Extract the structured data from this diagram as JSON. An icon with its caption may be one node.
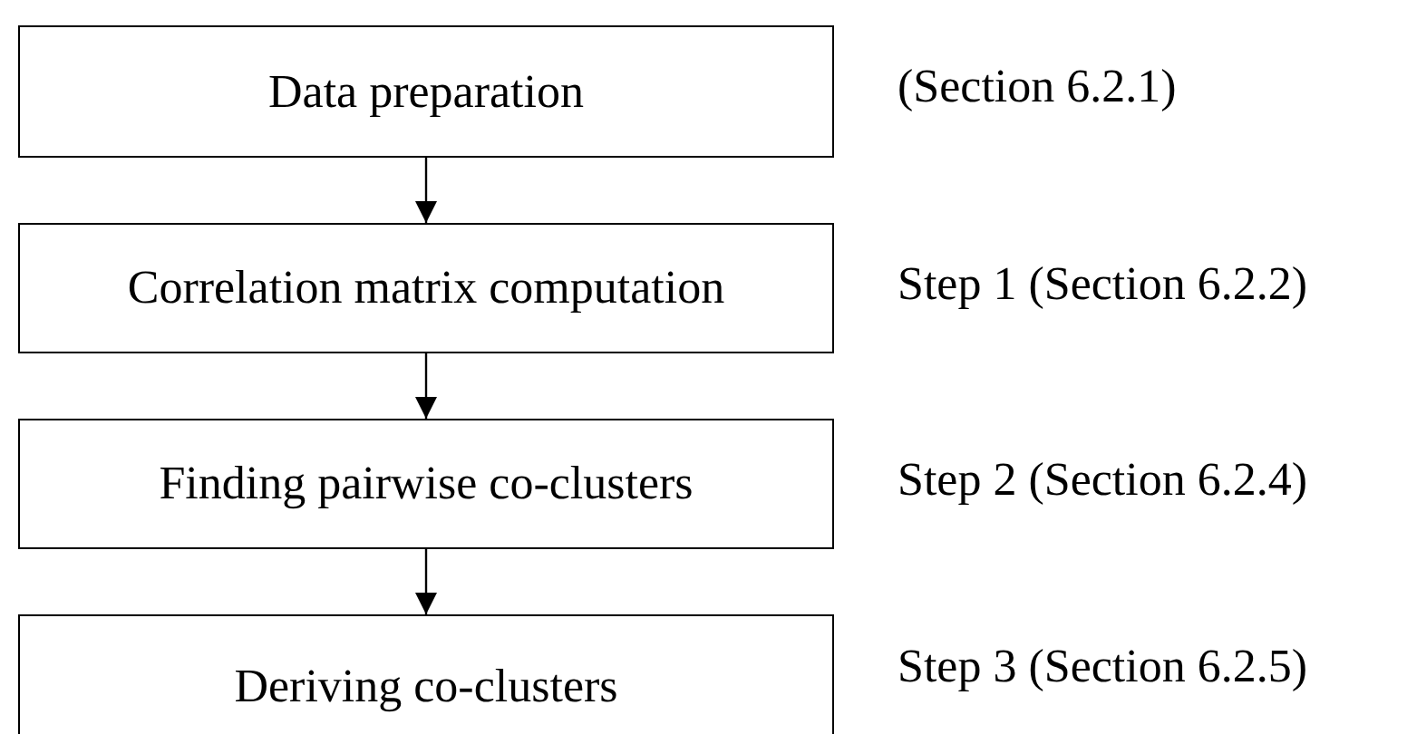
{
  "diagram": {
    "nodes": [
      {
        "text": [
          "Data preparation"
        ],
        "beside": [
          "(Section 6.2.1)"
        ]
      },
      {
        "text": [
          "Correlation matrix computation"
        ],
        "beside": [
          "Step 1 (Section 6.2.2)"
        ]
      },
      {
        "text": [
          "Finding pairwise co-clusters"
        ],
        "beside": [
          "Step 2 (Section 6.2.4)"
        ]
      },
      {
        "text": [
          "Deriving co-clusters"
        ],
        "beside": [
          "Step 3 (Section 6.2.5)"
        ]
      }
    ],
    "edges": [
      {
        "from": 0,
        "to": 1,
        "arrow": "to"
      },
      {
        "from": 1,
        "to": 2,
        "arrow": "to"
      },
      {
        "from": 2,
        "to": 3,
        "arrow": "to"
      }
    ]
  }
}
